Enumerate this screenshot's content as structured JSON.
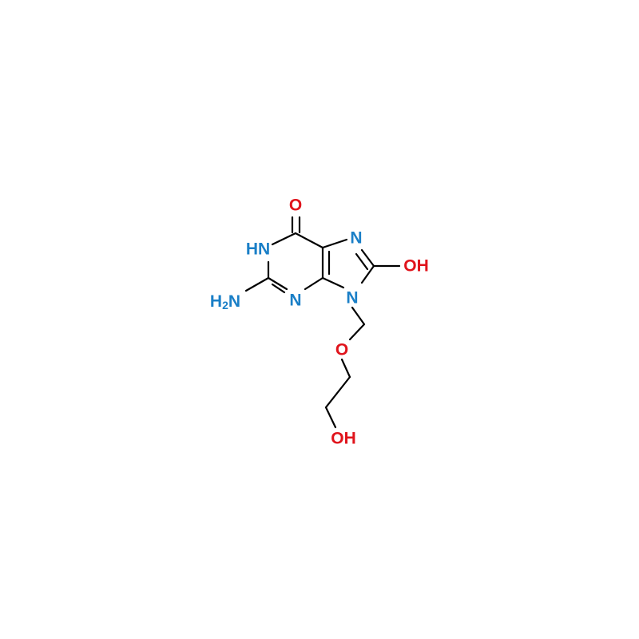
{
  "colors": {
    "nitrogen": "#1a7fc7",
    "oxygen": "#e0141c",
    "bond": "#000000",
    "background": "#ffffff"
  },
  "atoms": {
    "carbonyl_o": "O",
    "n1_h": "HN",
    "n3": "N",
    "n7": "N",
    "n9": "N",
    "oh8": "OH",
    "nh2_h": "H",
    "nh2_sub": "2",
    "nh2_n": "N",
    "ether_o": "O",
    "terminal_oh": "OH"
  }
}
